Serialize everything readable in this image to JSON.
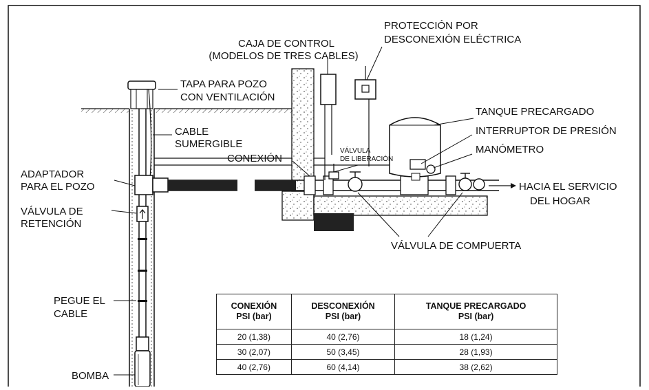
{
  "labels": {
    "well_cap_1": "TAPA PARA POZO",
    "well_cap_2": "CON VENTILACIÓN",
    "control_box_1": "CAJA DE CONTROL",
    "control_box_2": "(MODELOS DE TRES CABLES)",
    "protection_1": "PROTECCIÓN POR",
    "protection_2": "DESCONEXIÓN ELÉCTRICA",
    "tank": "TANQUE PRECARGADO",
    "pressure_switch": "INTERRUPTOR DE PRESIÓN",
    "gauge": "MANÓMETRO",
    "sub_cable_1": "CABLE",
    "sub_cable_2": "SUMERGIBLE",
    "relief_valve_1": "VÁLVULA",
    "relief_valve_2": "DE LIBERACIÓN",
    "connection": "CONEXIÓN",
    "adapter_1": "ADAPTADOR",
    "adapter_2": "PARA EL POZO",
    "check_valve_1": "VÁLVULA DE",
    "check_valve_2": "RETENCIÓN",
    "to_house_1": "HACIA EL SERVICIO",
    "to_house_2": "DEL HOGAR",
    "gate_valve": "VÁLVULA DE COMPUERTA",
    "tape_cable_1": "PEGUE EL",
    "tape_cable_2": "CABLE",
    "pump": "BOMBA"
  },
  "table": {
    "headers": [
      {
        "line1": "CONEXIÓN",
        "line2": "PSI (bar)"
      },
      {
        "line1": "DESCONEXIÓN",
        "line2": "PSI (bar)"
      },
      {
        "line1": "TANQUE PRECARGADO",
        "line2": "PSI (bar)"
      }
    ],
    "rows": [
      [
        "20 (1,38)",
        "40 (2,76)",
        "18 (1,24)"
      ],
      [
        "30 (2,07)",
        "50 (3,45)",
        "28 (1,93)"
      ],
      [
        "40 (2,76)",
        "60 (4,14)",
        "38 (2,62)"
      ]
    ]
  }
}
